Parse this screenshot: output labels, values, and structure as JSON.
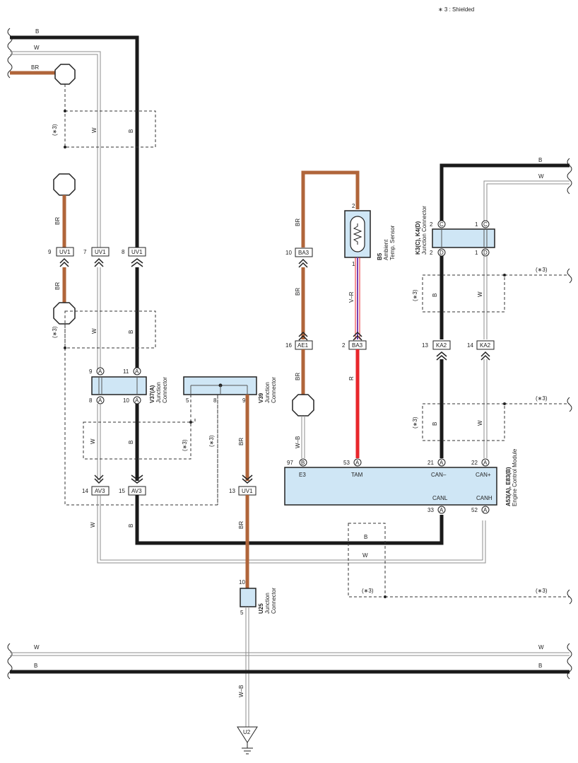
{
  "note": "∗ 3 : Shielded",
  "wire_labels": {
    "B": "B",
    "W": "W",
    "BR": "BR",
    "W_B": "W–B",
    "V_R": "V–R",
    "R": "R"
  },
  "shield_label": "(∗3)",
  "connectors": {
    "UV1": "UV1",
    "AV3": "AV3",
    "BA3": "BA3",
    "AE1": "AE1",
    "KA2": "KA2",
    "U2": "U2"
  },
  "pins": {
    "p9": "9",
    "p7": "7",
    "p8": "8",
    "p11": "11",
    "p10": "10",
    "p5": "5",
    "p14": "14",
    "p15": "15",
    "p13": "13",
    "p16": "16",
    "p2": "2",
    "p1": "1",
    "p97": "97",
    "p53": "53",
    "p21": "21",
    "p22": "22",
    "p33": "33",
    "p52": "52"
  },
  "pin_letters": {
    "A": "A",
    "B": "B",
    "C": "C",
    "D": "D"
  },
  "components": {
    "v37": {
      "id": "V37(A)",
      "line1": "Junction",
      "line2": "Connector"
    },
    "v39": {
      "id": "V39",
      "line1": "Junction",
      "line2": "Connector"
    },
    "u25": {
      "id": "U25",
      "line1": "Junction",
      "line2": "Connector"
    },
    "k3": {
      "id": "K3(C), K4(D)",
      "line1": "Junction Connector"
    },
    "b5": {
      "id": "B5",
      "line1": "Ambient",
      "line2": "Temp. Sensor"
    },
    "ecm": {
      "id": "A53(A), E83(B)",
      "line1": "Engine Control Module"
    }
  },
  "ecm_terminals": {
    "e3": "E3",
    "tam": "TAM",
    "can_minus": "CAN–",
    "can_plus": "CAN+",
    "canl": "CANL",
    "canh": "CANH"
  }
}
